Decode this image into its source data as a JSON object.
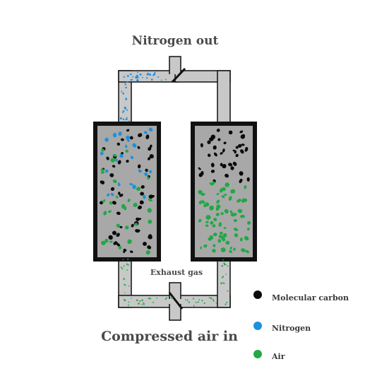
{
  "labels": {
    "top": "Nitrogen out",
    "bottom": "Compressed air in",
    "exhaust": "Exhaust gas"
  },
  "legend": [
    {
      "label": "Molecular carbon",
      "color": "#0a0a0a",
      "icon": "molecular-carbon-dot"
    },
    {
      "label": "Nitrogen",
      "color": "#1e90e0",
      "icon": "nitrogen-dot"
    },
    {
      "label": "Air",
      "color": "#22a845",
      "icon": "air-dot"
    }
  ],
  "colors": {
    "pipe_fill": "#c8c8c8",
    "vessel_fill": "#a8a8a8",
    "vessel_border": "#111111",
    "carbon": "#0a0a0a",
    "nitrogen": "#1e90e0",
    "air": "#22a845"
  }
}
